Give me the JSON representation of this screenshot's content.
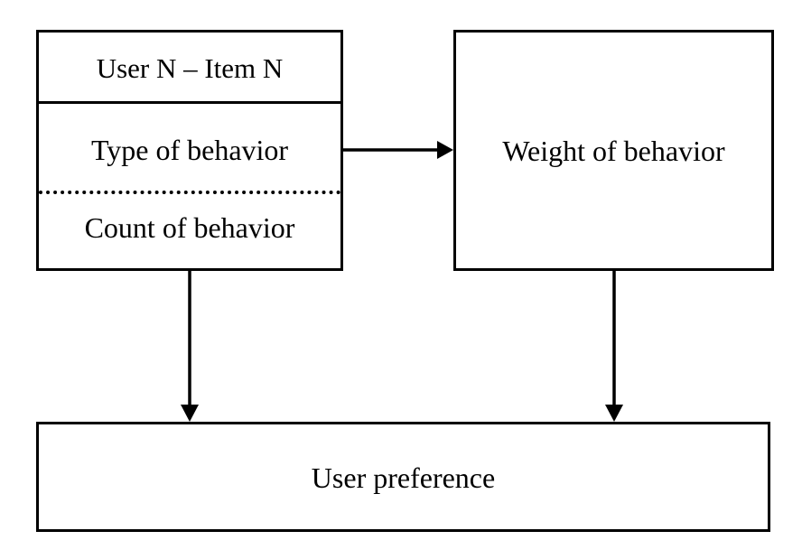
{
  "diagram": {
    "nodes": {
      "user_item": {
        "title": "User N – Item N",
        "type_label": "Type of behavior",
        "count_label": "Count of behavior"
      },
      "weight": {
        "label": "Weight of behavior"
      },
      "preference": {
        "label": "User preference"
      }
    },
    "edges": [
      {
        "from": "user_item.type",
        "to": "weight"
      },
      {
        "from": "user_item",
        "to": "preference"
      },
      {
        "from": "weight",
        "to": "preference"
      }
    ],
    "colors": {
      "stroke": "#000000",
      "background": "#ffffff"
    }
  }
}
